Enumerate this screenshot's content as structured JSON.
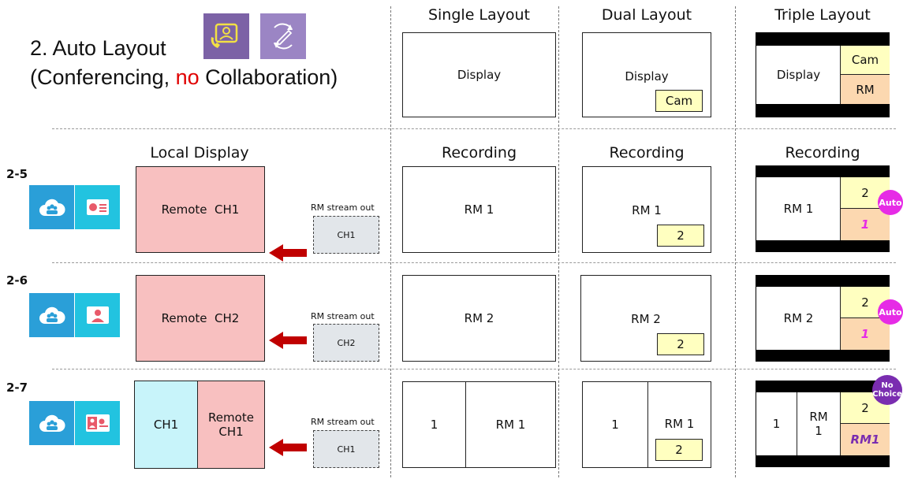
{
  "title": {
    "line1": "2. Auto Layout",
    "line2_pre": "(Conferencing, ",
    "line2_no": "no",
    "line2_post": " Collaboration)"
  },
  "headers": {
    "single": "Single Layout",
    "dual": "Dual Layout",
    "triple": "Triple Layout",
    "local_display": "Local Display",
    "recording": "Recording"
  },
  "top_row": {
    "single_display": "Display",
    "dual_display": "Display",
    "dual_cam": "Cam",
    "triple_display": "Display",
    "triple_cam": "Cam",
    "triple_rm": "RM"
  },
  "rows": [
    {
      "id": "2-5",
      "local_main": "Remote  CH1",
      "stream_label": "RM stream out",
      "stream_ch": "CH1",
      "single": "RM 1",
      "dual_main": "RM 1",
      "dual_pip": "2",
      "triple_main": "RM 1",
      "triple_top": "2",
      "triple_bottom": "1",
      "bubble": "Auto"
    },
    {
      "id": "2-6",
      "local_main": "Remote  CH2",
      "stream_label": "RM stream out",
      "stream_ch": "CH2",
      "single": "RM 2",
      "dual_main": "RM 2",
      "dual_pip": "2",
      "triple_main": "RM 2",
      "triple_top": "2",
      "triple_bottom": "1",
      "bubble": "Auto"
    },
    {
      "id": "2-7",
      "local_left": "CH1",
      "local_right_1": "Remote",
      "local_right_2": "CH1",
      "stream_label": "RM stream out",
      "stream_ch": "CH1",
      "single_left": "1",
      "single_right": "RM 1",
      "dual_left": "1",
      "dual_main": "RM 1",
      "dual_pip": "2",
      "triple_left": "1",
      "triple_mid_1": "RM",
      "triple_mid_2": "1",
      "triple_top": "2",
      "triple_bottom": "RM1",
      "bubble_1": "No",
      "bubble_2": "Choice"
    }
  ],
  "colors": {
    "no_red": "#e00000",
    "bubble_pink": "#e62be6",
    "bubble_purple": "#7a2db0",
    "arrow_red": "#c00000",
    "accent_italic_pink": "#e62be6",
    "accent_italic_purple": "#7a2db0"
  }
}
